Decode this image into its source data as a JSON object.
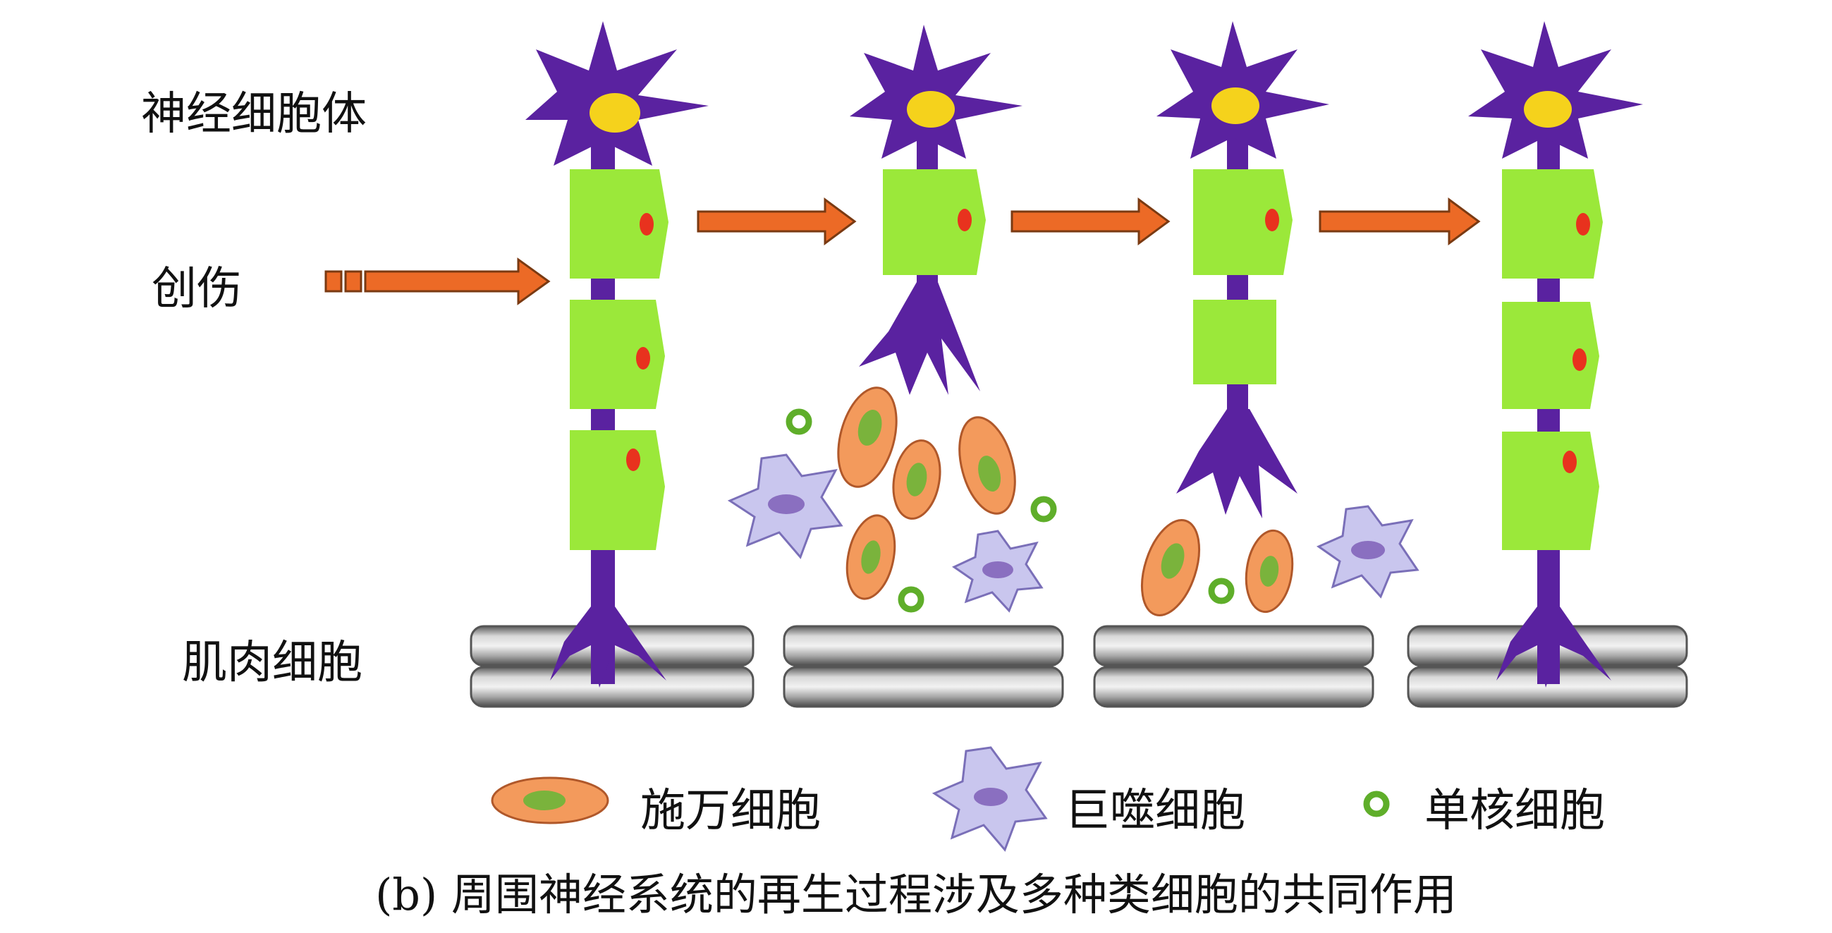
{
  "labels": {
    "cell_body": "神经细胞体",
    "injury": "创伤",
    "muscle_cell": "肌肉细胞"
  },
  "legend": [
    {
      "label": "施万细胞",
      "icon": "schwann-cell-icon"
    },
    {
      "label": "巨噬细胞",
      "icon": "macrophage-icon"
    },
    {
      "label": "单核细胞",
      "icon": "monocyte-icon"
    }
  ],
  "caption": "(b) 周围神经系统的再生过程涉及多种类细胞的共同作用",
  "colors": {
    "neuron": "#5a22a0",
    "nucleus": "#f5d21c",
    "schwann_sheath": "#9be83a",
    "sheath_nucleus": "#e8321e",
    "arrow": "#ec6a26",
    "schwann_cell": "#f39a5c",
    "schwann_inner": "#7ab33c",
    "macrophage": "#c9c6ee",
    "macrophage_nucleus": "#8a6fc0",
    "monocyte": "#5fae2a",
    "muscle": "#8f8f8f"
  }
}
